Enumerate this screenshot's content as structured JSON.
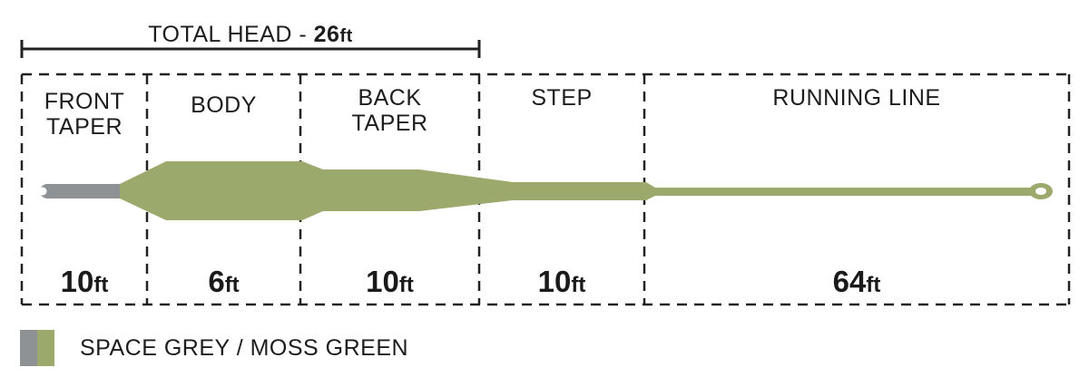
{
  "total_head": {
    "prefix": "TOTAL HEAD - ",
    "value": "26",
    "unit": "ft"
  },
  "sections": [
    {
      "name": "FRONT TAPER",
      "label_lines": [
        "FRONT",
        "TAPER"
      ],
      "length": "10",
      "unit": "ft"
    },
    {
      "name": "BODY",
      "label_lines": [
        "BODY"
      ],
      "length": "6",
      "unit": "ft"
    },
    {
      "name": "BACK TAPER",
      "label_lines": [
        "BACK",
        "TAPER"
      ],
      "length": "10",
      "unit": "ft"
    },
    {
      "name": "STEP",
      "label_lines": [
        "STEP"
      ],
      "length": "10",
      "unit": "ft"
    },
    {
      "name": "RUNNING LINE",
      "label_lines": [
        "RUNNING LINE"
      ],
      "length": "64",
      "unit": "ft"
    }
  ],
  "legend": {
    "label": "SPACE GREY / MOSS GREEN",
    "colors": {
      "space_grey": "#8f9295",
      "moss_green": "#9ca96c"
    }
  },
  "colors": {
    "line_outline": "#222222",
    "text": "#1d1d1d"
  }
}
